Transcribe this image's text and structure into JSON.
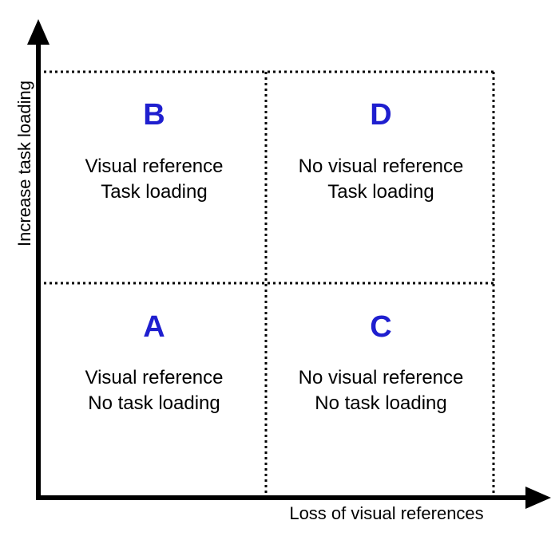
{
  "axes": {
    "y_label": "Increase task loading",
    "x_label": "Loss of visual references"
  },
  "quadrants": [
    {
      "id": "B",
      "letter": "B",
      "line1": "Visual reference",
      "line2": "Task loading"
    },
    {
      "id": "D",
      "letter": "D",
      "line1": "No visual reference",
      "line2": "Task loading"
    },
    {
      "id": "A",
      "letter": "A",
      "line1": "Visual reference",
      "line2": "No task loading"
    },
    {
      "id": "C",
      "letter": "C",
      "line1": "No visual reference",
      "line2": "No task loading"
    }
  ],
  "colors": {
    "letter": "#1f1fcf",
    "text": "#000000",
    "lines": "#000000"
  }
}
